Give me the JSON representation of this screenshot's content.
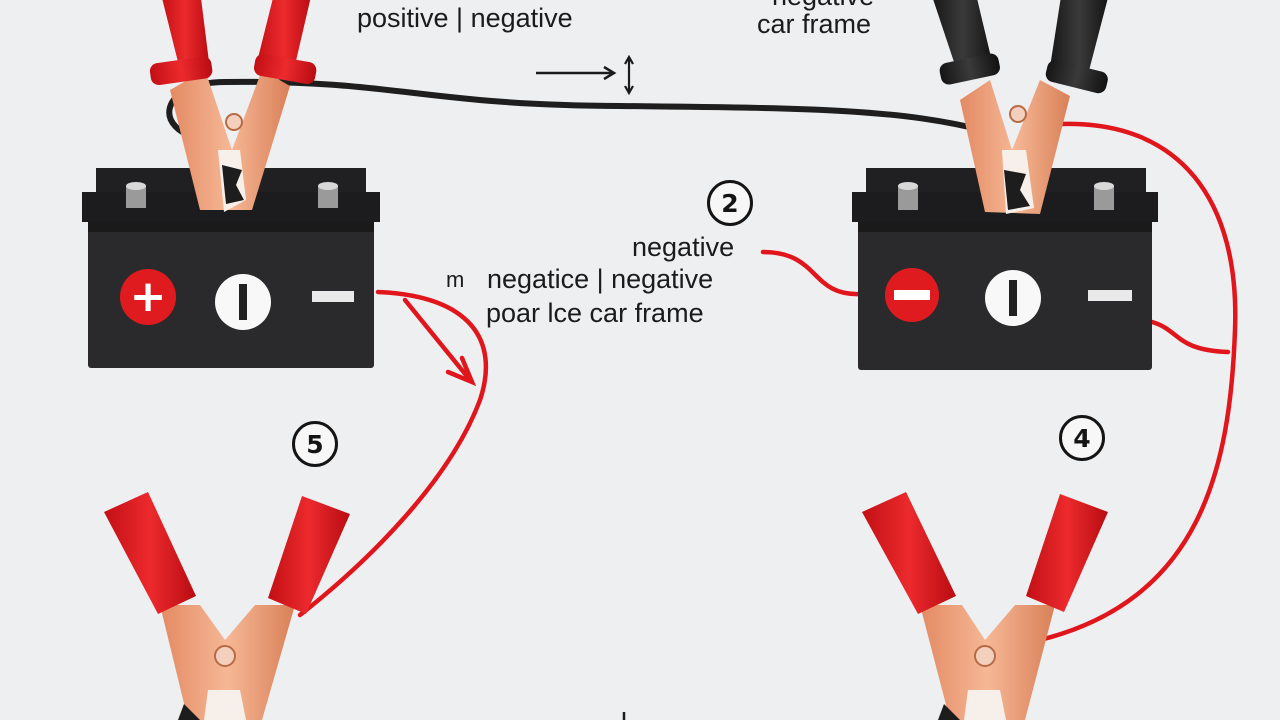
{
  "labels": {
    "top_left": "positive | negative",
    "top_right": "negative",
    "top_right_2": "car frame",
    "mid_1": "negative",
    "mid_2": "negatice | negative",
    "mid_2_prefix": "m",
    "mid_3": "poar lce car frame"
  },
  "steps": {
    "two": "2",
    "five": "5",
    "four": "4"
  },
  "battery_left": {
    "terminals": [
      "+",
      "I",
      "−"
    ]
  },
  "battery_right": {
    "terminals": [
      "−",
      "I",
      "−"
    ]
  },
  "colors": {
    "background": "#eeeff1",
    "battery": "#2a2a2c",
    "red_cable": "#e0161c",
    "black_cable": "#1e1e1e",
    "clamp_red": "#d81418",
    "clamp_black": "#222222",
    "copper": "#e89a72"
  },
  "icons": {
    "arrow": "arrow-right-icon",
    "double_arrow": "double-arrow-vertical-icon"
  }
}
